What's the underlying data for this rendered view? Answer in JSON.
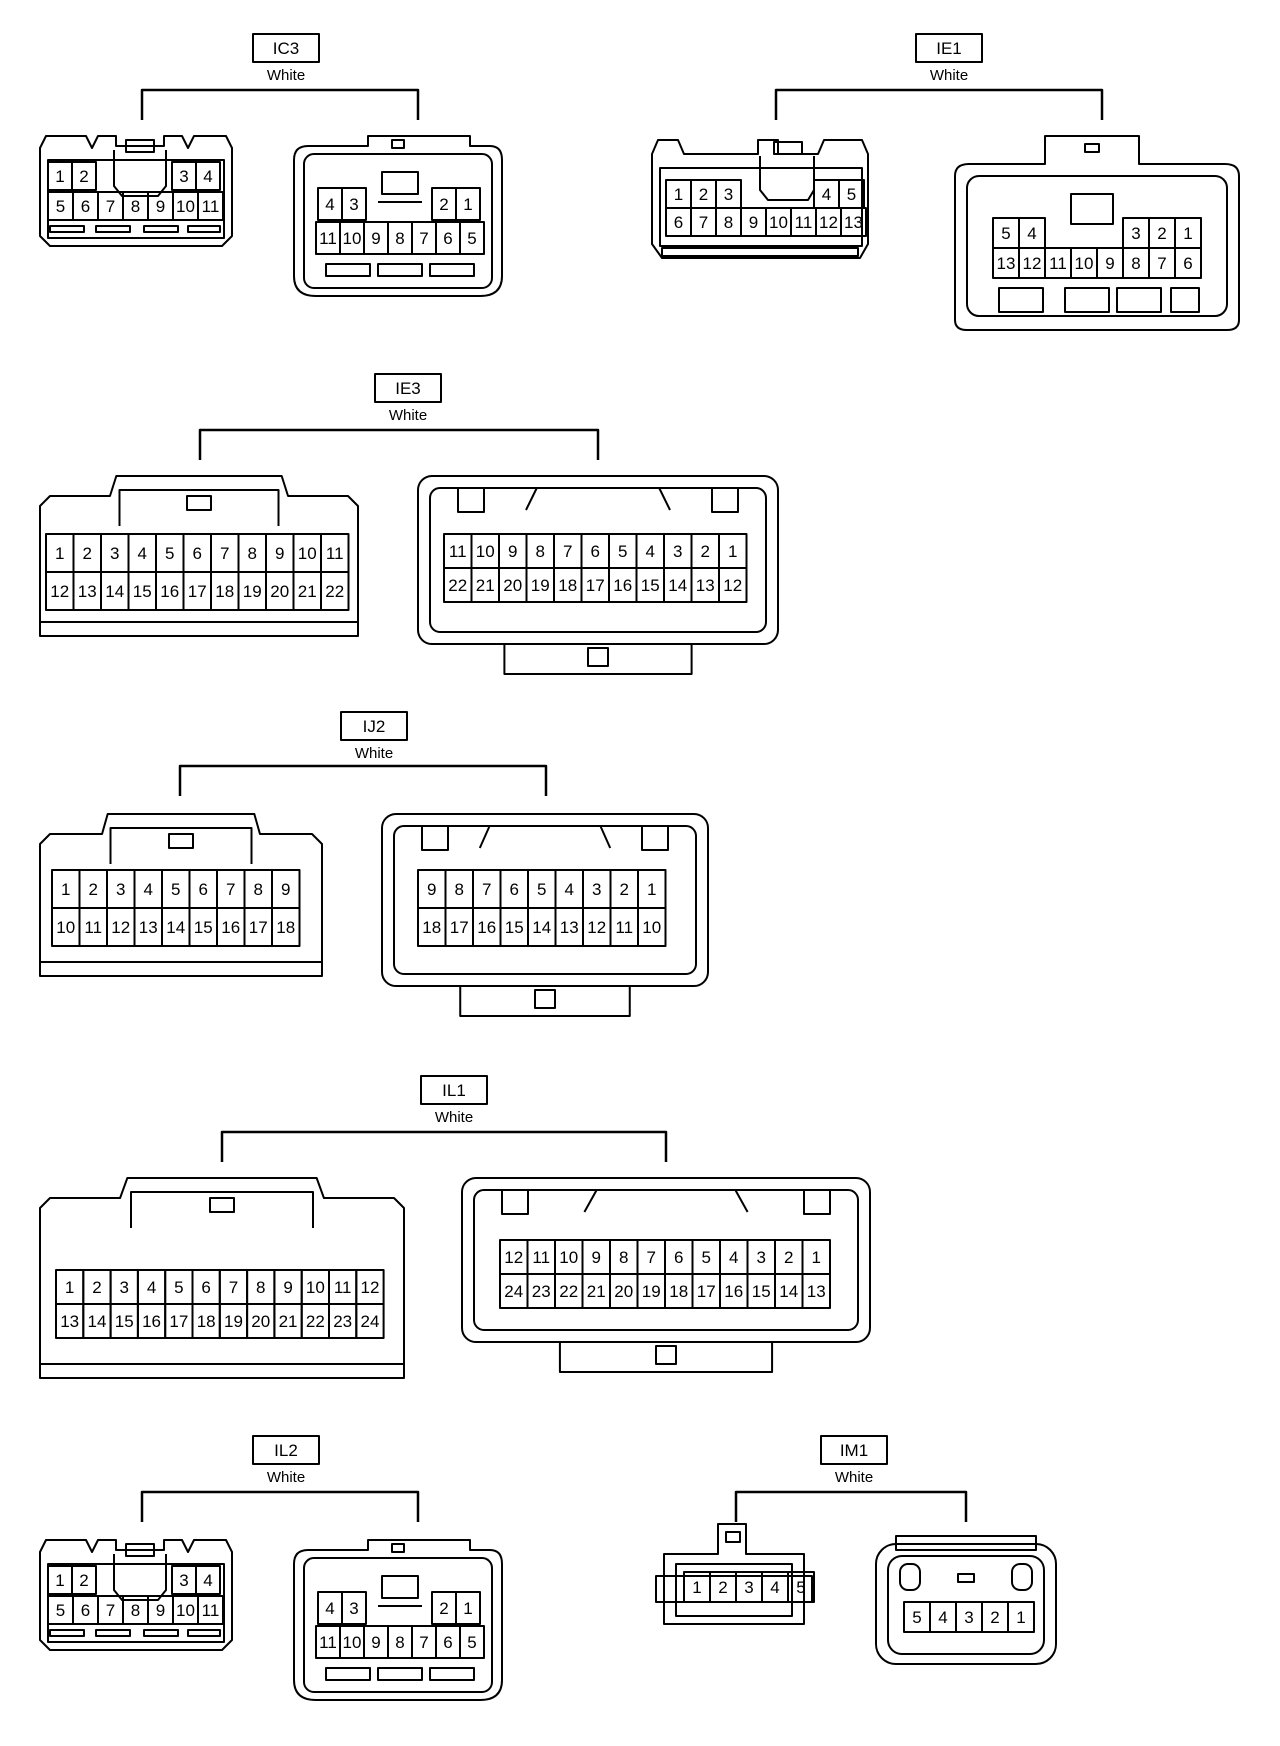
{
  "connectors": [
    {
      "id": "IC3",
      "color": "White",
      "left": {
        "rows": [
          [
            "1",
            "2",
            "",
            "",
            "3",
            "4"
          ],
          [
            "5",
            "6",
            "7",
            "8",
            "9",
            "10",
            "11"
          ]
        ]
      },
      "right": {
        "rows": [
          [
            "4",
            "3",
            "",
            "",
            "2",
            "1"
          ],
          [
            "11",
            "10",
            "9",
            "8",
            "7",
            "6",
            "5"
          ]
        ]
      }
    },
    {
      "id": "IE1",
      "color": "White",
      "left": {
        "rows": [
          [
            "1",
            "2",
            "3",
            "",
            "",
            "",
            "4",
            "5"
          ],
          [
            "6",
            "7",
            "8",
            "9",
            "10",
            "11",
            "12",
            "13"
          ]
        ]
      },
      "right": {
        "rows": [
          [
            "5",
            "4",
            "",
            "",
            "",
            "",
            "3",
            "2",
            "1"
          ],
          [
            "13",
            "12",
            "11",
            "10",
            "9",
            "8",
            "7",
            "6"
          ]
        ]
      }
    },
    {
      "id": "IE3",
      "color": "White",
      "left": {
        "rows": [
          [
            "1",
            "2",
            "3",
            "4",
            "5",
            "6",
            "7",
            "8",
            "9",
            "10",
            "11"
          ],
          [
            "12",
            "13",
            "14",
            "15",
            "16",
            "17",
            "18",
            "19",
            "20",
            "21",
            "22"
          ]
        ]
      },
      "right": {
        "rows": [
          [
            "11",
            "10",
            "9",
            "8",
            "7",
            "6",
            "5",
            "4",
            "3",
            "2",
            "1"
          ],
          [
            "22",
            "21",
            "20",
            "19",
            "18",
            "17",
            "16",
            "15",
            "14",
            "13",
            "12"
          ]
        ]
      }
    },
    {
      "id": "IJ2",
      "color": "White",
      "left": {
        "rows": [
          [
            "1",
            "2",
            "3",
            "4",
            "5",
            "6",
            "7",
            "8",
            "9"
          ],
          [
            "10",
            "11",
            "12",
            "13",
            "14",
            "15",
            "16",
            "17",
            "18"
          ]
        ]
      },
      "right": {
        "rows": [
          [
            "9",
            "8",
            "7",
            "6",
            "5",
            "4",
            "3",
            "2",
            "1"
          ],
          [
            "18",
            "17",
            "16",
            "15",
            "14",
            "13",
            "12",
            "11",
            "10"
          ]
        ]
      }
    },
    {
      "id": "IL1",
      "color": "White",
      "left": {
        "rows": [
          [
            "1",
            "2",
            "3",
            "4",
            "5",
            "6",
            "7",
            "8",
            "9",
            "10",
            "11",
            "12"
          ],
          [
            "13",
            "14",
            "15",
            "16",
            "17",
            "18",
            "19",
            "20",
            "21",
            "22",
            "23",
            "24"
          ]
        ]
      },
      "right": {
        "rows": [
          [
            "12",
            "11",
            "10",
            "9",
            "8",
            "7",
            "6",
            "5",
            "4",
            "3",
            "2",
            "1"
          ],
          [
            "24",
            "23",
            "22",
            "21",
            "20",
            "19",
            "18",
            "17",
            "16",
            "15",
            "14",
            "13"
          ]
        ]
      }
    },
    {
      "id": "IL2",
      "color": "White",
      "left": {
        "rows": [
          [
            "1",
            "2",
            "",
            "",
            "3",
            "4"
          ],
          [
            "5",
            "6",
            "7",
            "8",
            "9",
            "10",
            "11"
          ]
        ]
      },
      "right": {
        "rows": [
          [
            "4",
            "3",
            "",
            "",
            "2",
            "1"
          ],
          [
            "11",
            "10",
            "9",
            "8",
            "7",
            "6",
            "5"
          ]
        ]
      }
    },
    {
      "id": "IM1",
      "color": "White",
      "left": {
        "rows": [
          [
            "1",
            "2",
            "3",
            "4",
            "5"
          ]
        ]
      },
      "right": {
        "rows": [
          [
            "5",
            "4",
            "3",
            "2",
            "1"
          ]
        ]
      }
    }
  ]
}
